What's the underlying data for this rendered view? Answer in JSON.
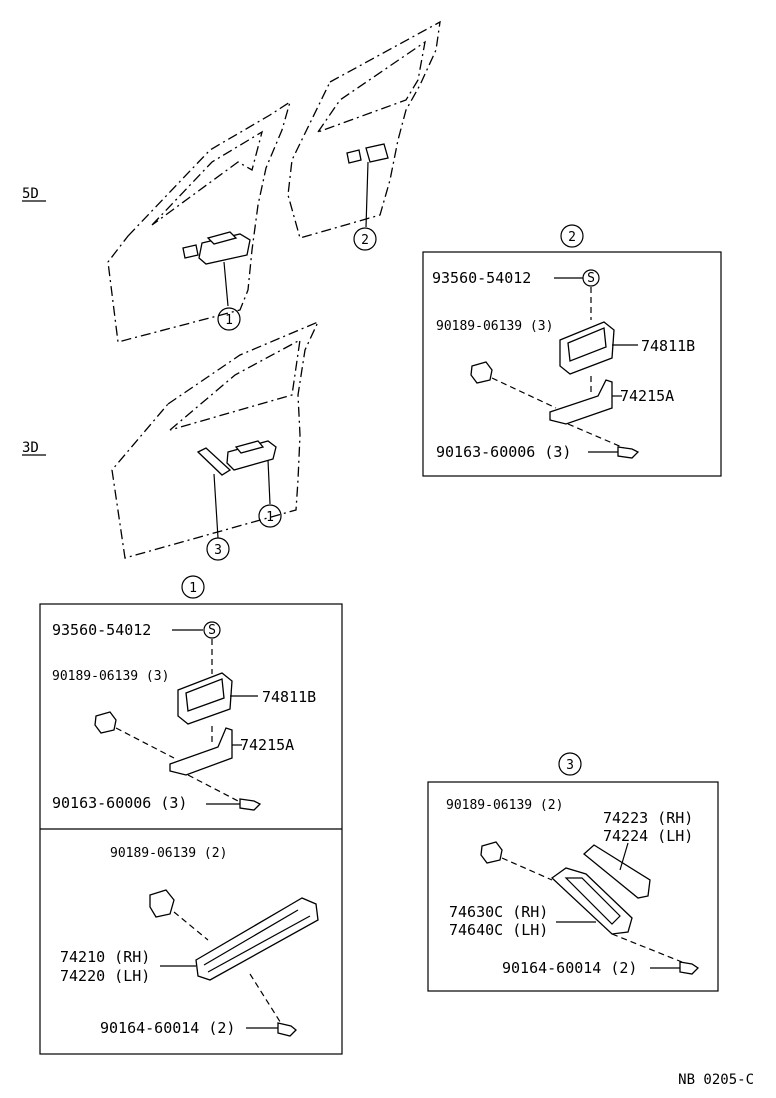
{
  "drawing_code": "NB 0205-C",
  "variants": {
    "five_door": "5D",
    "three_door": "3D"
  },
  "callouts": {
    "one": "1",
    "two": "2",
    "three": "3",
    "seal_mark": "S"
  },
  "detail_1": {
    "upper": {
      "seal": "93560-54012",
      "clip": "90189-06139 (3)",
      "switch": "74811B",
      "bracket": "74215A",
      "screw": "90163-60006 (3)"
    },
    "lower": {
      "clip": "90189-06139 (2)",
      "armrest_rh": "74210 (RH)",
      "armrest_lh": "74220 (LH)",
      "screw": "90164-60014 (2)"
    }
  },
  "detail_2": {
    "seal": "93560-54012",
    "clip": "90189-06139 (3)",
    "switch": "74811B",
    "bracket": "74215A",
    "screw": "90163-60006 (3)"
  },
  "detail_3": {
    "clip": "90189-06139 (2)",
    "cover_rh": "74223 (RH)",
    "cover_lh": "74224 (LH)",
    "handle_rh": "74630C (RH)",
    "handle_lh": "74640C (LH)",
    "screw": "90164-60014 (2)"
  }
}
